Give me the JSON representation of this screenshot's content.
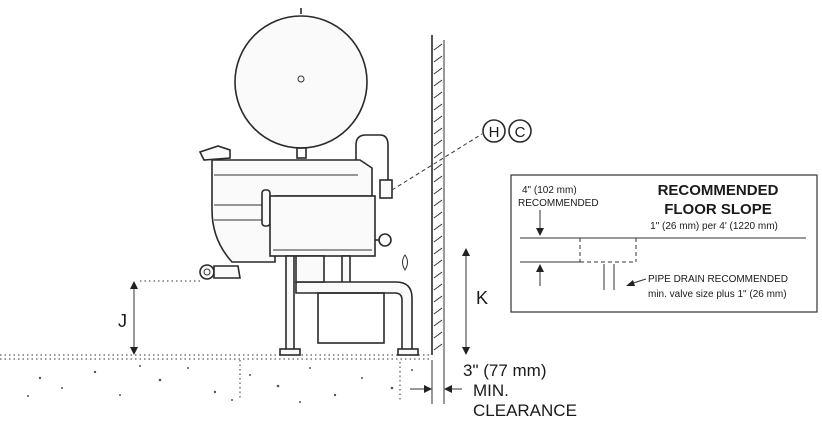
{
  "callouts": {
    "hot": "H",
    "cold": "C",
    "dim_j": "J",
    "dim_k": "K"
  },
  "clearance": {
    "size": "3\" (77 mm)",
    "line1": "MIN.",
    "line2": "CLEARANCE"
  },
  "floor_slope_box": {
    "left_size": "4\" (102 mm)",
    "left_label": "RECOMMENDED",
    "title_line1": "RECOMMENDED",
    "title_line2": "FLOOR SLOPE",
    "slope": "1\" (26 mm) per 4' (1220 mm)",
    "drain_line1": "PIPE DRAIN RECOMMENDED",
    "drain_line2": "min. valve size plus 1\" (26 mm)"
  }
}
